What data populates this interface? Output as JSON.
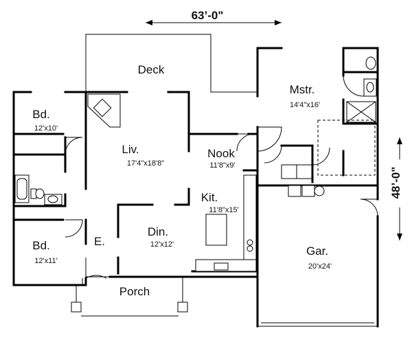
{
  "overall_width": "63’-0\"",
  "overall_depth": "48’-0\"",
  "rooms": {
    "deck": {
      "name": "Deck"
    },
    "bedroom_1": {
      "name": "Bd.",
      "size": "12'x10'"
    },
    "bedroom_2": {
      "name": "Bd.",
      "size": "12'x11'"
    },
    "living": {
      "name": "Liv.",
      "size": "17'4\"x18'8\""
    },
    "nook": {
      "name": "Nook",
      "size": "11'8\"x9'"
    },
    "master": {
      "name": "Mstr.",
      "size": "14'4\"x16'"
    },
    "kitchen": {
      "name": "Kit.",
      "size": "11'8\"x15'"
    },
    "dining": {
      "name": "Din.",
      "size": "12'x12'"
    },
    "entry": {
      "name": "E."
    },
    "porch": {
      "name": "Porch"
    },
    "garage": {
      "name": "Gar.",
      "size": "20'x24'"
    }
  }
}
